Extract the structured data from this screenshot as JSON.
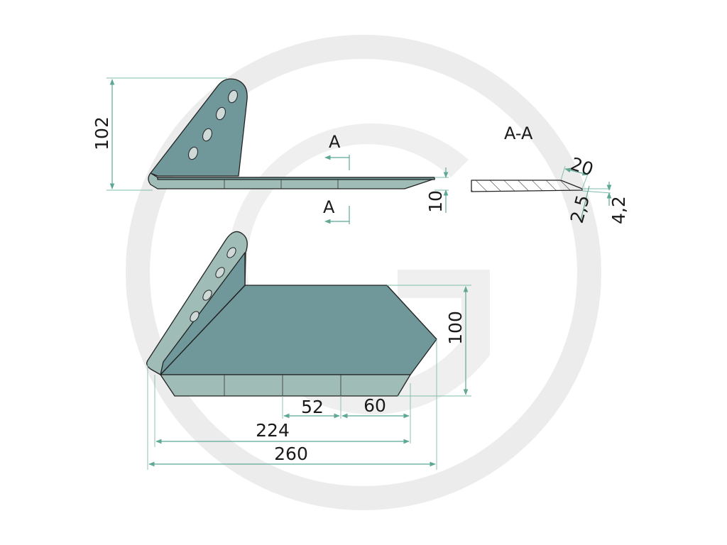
{
  "colors": {
    "blade_main": "#70989a",
    "blade_light": "#9fbcb6",
    "blade_edge": "#b8cfc9",
    "dimension": "#5fa896",
    "watermark": "#ececec"
  },
  "side_view": {
    "height_dim": "102",
    "thickness_dim": "10",
    "section_mark_top": "A",
    "section_mark_bottom": "A"
  },
  "section_view": {
    "title": "A-A",
    "bevel_width_dim": "20",
    "edge_dim": "2,5",
    "thickness_dim": "4,2"
  },
  "plan_view": {
    "width_dim": "100",
    "dim_52": "52",
    "dim_60": "60",
    "dim_224": "224",
    "dim_260": "260"
  }
}
